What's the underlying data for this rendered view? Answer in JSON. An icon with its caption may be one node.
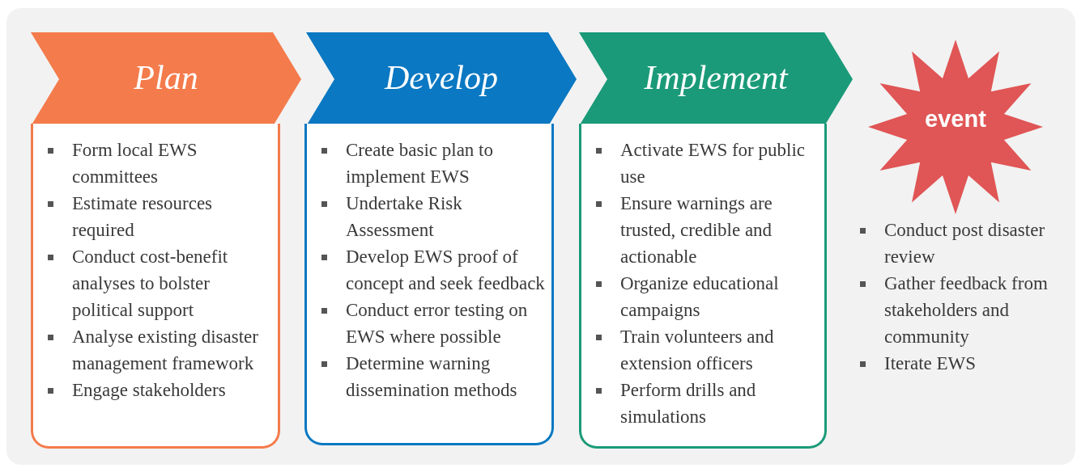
{
  "diagram": {
    "nodes": [
      {
        "text": [
          "Plan"
        ]
      },
      {
        "text": [
          "Form local EWS committees",
          "Estimate resources required",
          "Conduct cost-benefit analyses to bolster political support",
          "Analyse existing disaster management framework",
          "Engage stakeholders"
        ]
      },
      {
        "text": [
          "Develop"
        ]
      },
      {
        "text": [
          "Create basic plan to implement EWS",
          "Undertake Risk Assessment",
          "Develop EWS proof of concept and seek feedback",
          "Conduct error testing on EWS where possible",
          "Determine warning dissemination methods"
        ]
      },
      {
        "text": [
          "Implement"
        ]
      },
      {
        "text": [
          "Activate EWS for public use",
          "Ensure warnings are trusted, credible and actionable",
          "Organize educational campaigns",
          "Train volunteers and extension officers",
          "Perform drills and simulations"
        ]
      },
      {
        "text": [
          "event"
        ],
        "beside": [
          "Conduct post disaster review",
          "Gather feedback from stakeholders and community",
          "Iterate EWS"
        ]
      }
    ]
  }
}
